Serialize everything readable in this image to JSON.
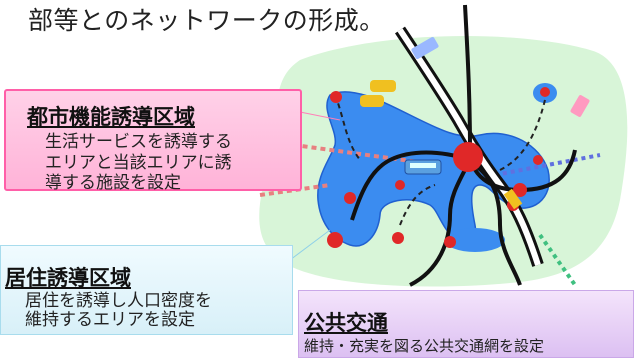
{
  "top_text": "部等とのネットワークの形成。",
  "urban_function_area": {
    "title": "都市機能誘導区域",
    "desc_line1": "生活サービスを誘導する",
    "desc_line2": "エリアと当該エリアに誘",
    "desc_line3": "導する施設を設定"
  },
  "residential_area": {
    "title": "居住誘導区域",
    "desc_line1": "居住を誘導し人口密度を",
    "desc_line2": "維持するエリアを設定"
  },
  "public_transport": {
    "title": "公共交通",
    "desc": "維持・充実を図る公共交通網を設定"
  },
  "colors": {
    "map_background": "#d8f5d8",
    "induction_zone": "#3b8cf0",
    "hub": "#e02828",
    "route": "#111111",
    "urban_box": "#ffb3d8",
    "residential_box": "#d8f0f8",
    "transit_box": "#dcc0f2"
  }
}
